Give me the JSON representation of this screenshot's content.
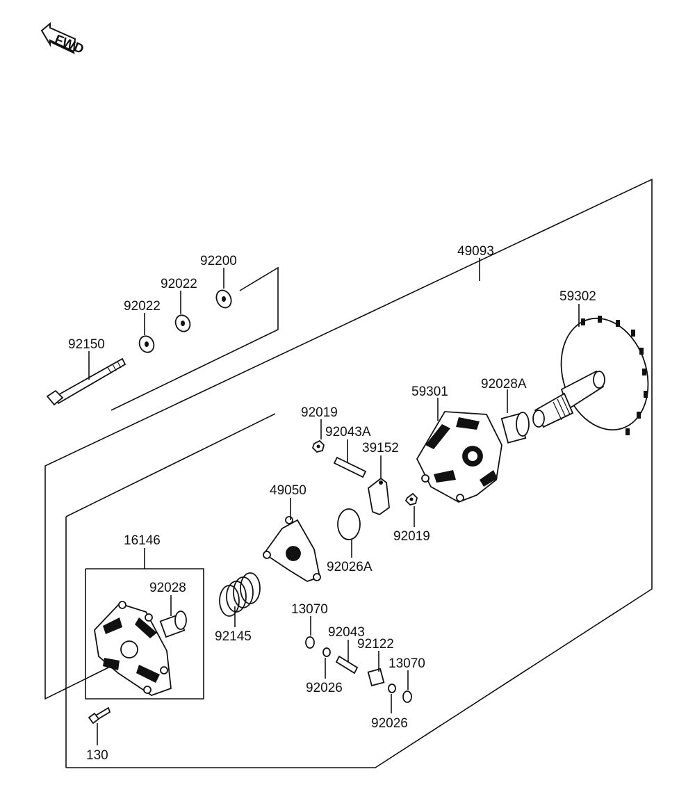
{
  "fwd_mark": "FWD",
  "labels": {
    "p92200": "92200",
    "p92022a": "92022",
    "p92022b": "92022",
    "p92150": "92150",
    "p49093": "49093",
    "p59302": "59302",
    "p59301": "59301",
    "p92028A": "92028A",
    "p92019a": "92019",
    "p92043A": "92043A",
    "p39152": "39152",
    "p49050": "49050",
    "p92019b": "92019",
    "p92026A": "92026A",
    "p16146": "16146",
    "p92028": "92028",
    "p92145": "92145",
    "p13070a": "13070",
    "p92043": "92043",
    "p92122": "92122",
    "p13070b": "13070",
    "p92026a": "92026",
    "p92026b": "92026",
    "p130": "130"
  }
}
